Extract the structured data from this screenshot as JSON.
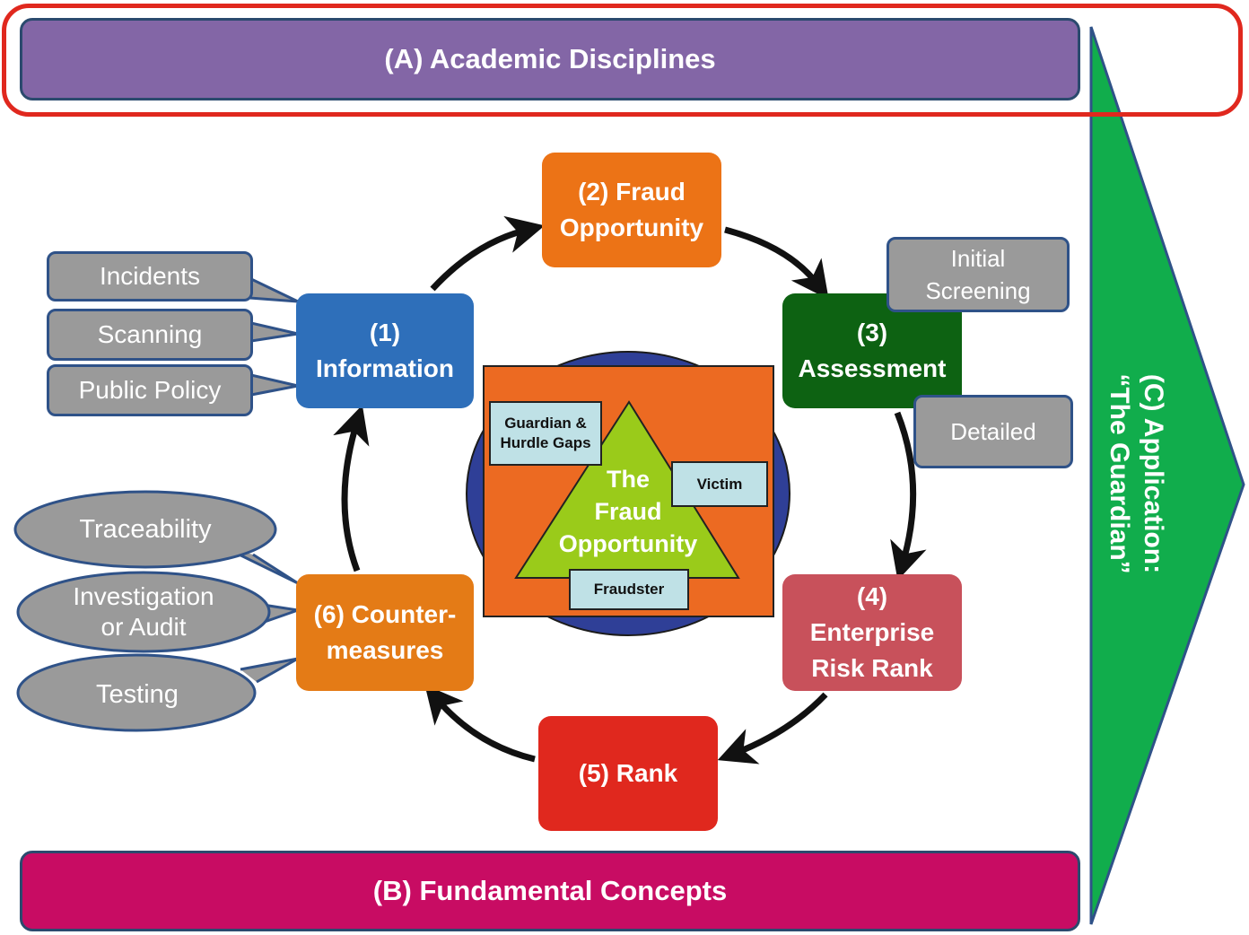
{
  "top_bar": {
    "label": "(A) Academic Disciplines",
    "color": "#8366a6",
    "outline_color": "#e0281e"
  },
  "bottom_bar": {
    "label": "(B) Fundamental Concepts",
    "color": "#c80c63"
  },
  "side_arrow": {
    "line1": "(C) Application:",
    "line2": "“The Guardian”",
    "color": "#11ad4c"
  },
  "steps": {
    "information": {
      "line1": "(1)",
      "line2": "Information",
      "color": "#2e6fba"
    },
    "fraud_opportunity": {
      "line1": "(2) Fraud",
      "line2": "Opportunity",
      "color": "#ec7316"
    },
    "assessment": {
      "line1": "(3)",
      "line2": "Assessment",
      "color": "#0d6212"
    },
    "enterprise_risk_rank": {
      "line1": "(4)",
      "line2": "Enterprise",
      "line3": "Risk Rank",
      "color": "#c8515b"
    },
    "rank": {
      "label": "(5) Rank",
      "color": "#e0281e"
    },
    "countermeasures": {
      "line1": "(6) Counter-",
      "line2": "measures",
      "color": "#e47b16"
    }
  },
  "information_callouts": [
    "Incidents",
    "Scanning",
    "Public Policy"
  ],
  "assessment_callouts": {
    "initial_line1": "Initial",
    "initial_line2": "Screening",
    "detailed": "Detailed"
  },
  "countermeasure_callouts": {
    "traceability": "Traceability",
    "investigation_line1": "Investigation",
    "investigation_line2": "or Audit",
    "testing": "Testing"
  },
  "center": {
    "triangle_line1": "The",
    "triangle_line2": "Fraud",
    "triangle_line3": "Opportunity",
    "guardian_line1": "Guardian &",
    "guardian_line2": "Hurdle Gaps",
    "victim": "Victim",
    "fraudster": "Fraudster",
    "circle_color": "#2f3f97",
    "square_color": "#ec6a22",
    "triangle_color": "#9acb1a"
  },
  "callout_color": "#9a9a9a"
}
